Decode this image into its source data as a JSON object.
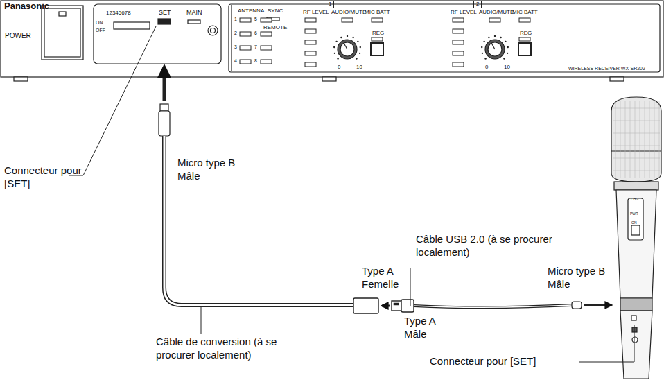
{
  "diagram": {
    "labels": [
      "Panasonic",
      "POWER",
      "12345678",
      "ON",
      "OFF",
      "SET",
      "MAIN",
      "ANTENNA",
      "SYNC",
      "REMOTE",
      "1",
      "5",
      "2",
      "6",
      "3",
      "7",
      "4",
      "8",
      "1",
      "2",
      "RF LEVEL",
      "AUDIO/MUTE",
      "MIC BATT",
      "REG",
      "0",
      "10",
      "RF LEVEL",
      "AUDIO/MUTE",
      "MIC BATT",
      "REG",
      "0",
      "10",
      "WIRELESS RECEIVER WX-SR202",
      "CHG",
      "PWR",
      "ON",
      "Connecteur pour [SET]",
      "Micro type B Mâle",
      "Câble USB 2.0 (à se procurer localement)",
      "Type A Femelle",
      "Micro type B Mâle",
      "Type A Mâle",
      "Câble de conversion (à se procurer localement)",
      "Connecteur pour [SET]"
    ]
  }
}
